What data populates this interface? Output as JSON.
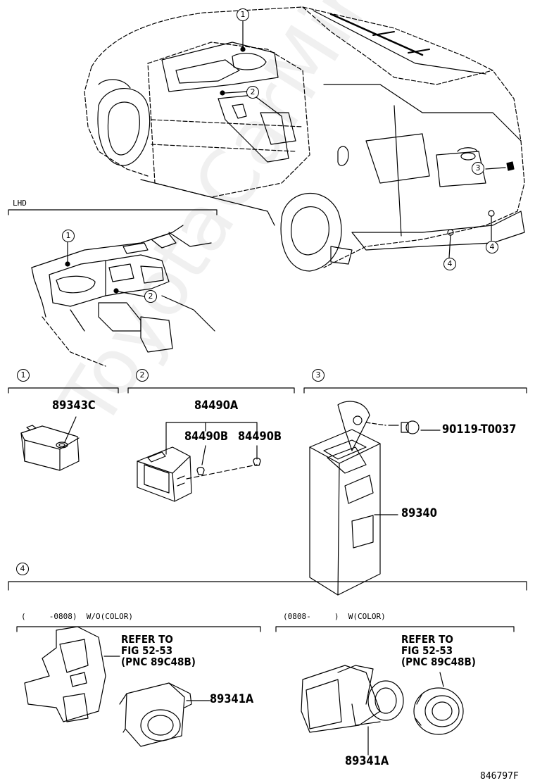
{
  "sections": {
    "lhd": "LHD",
    "s1": "1",
    "s2": "2",
    "s3": "3",
    "s4": "4",
    "sub_left": "(     -0808)  W/O(COLOR)",
    "sub_right": "(0808-     )  W(COLOR)"
  },
  "callouts": {
    "top1": "1",
    "top2": "2",
    "top3": "3",
    "top4a": "4",
    "top4b": "4",
    "lhd1": "1",
    "lhd2": "2"
  },
  "parts": {
    "p89343C": "89343C",
    "p84490A": "84490A",
    "p84490B_1": "84490B",
    "p84490B_2": "84490B",
    "p90119": "90119-T0037",
    "p89340": "89340",
    "p89341A_1": "89341A",
    "p89341A_2": "89341A",
    "ref_1": "REFER TO\nFIG 52-53\n(PNC 89C48B)",
    "ref_2": "REFER TO\nFIG 52-53\n(PNC 89C48B)"
  },
  "watermark": "ToyotaCarMine.ru",
  "figure_id": "846797F"
}
